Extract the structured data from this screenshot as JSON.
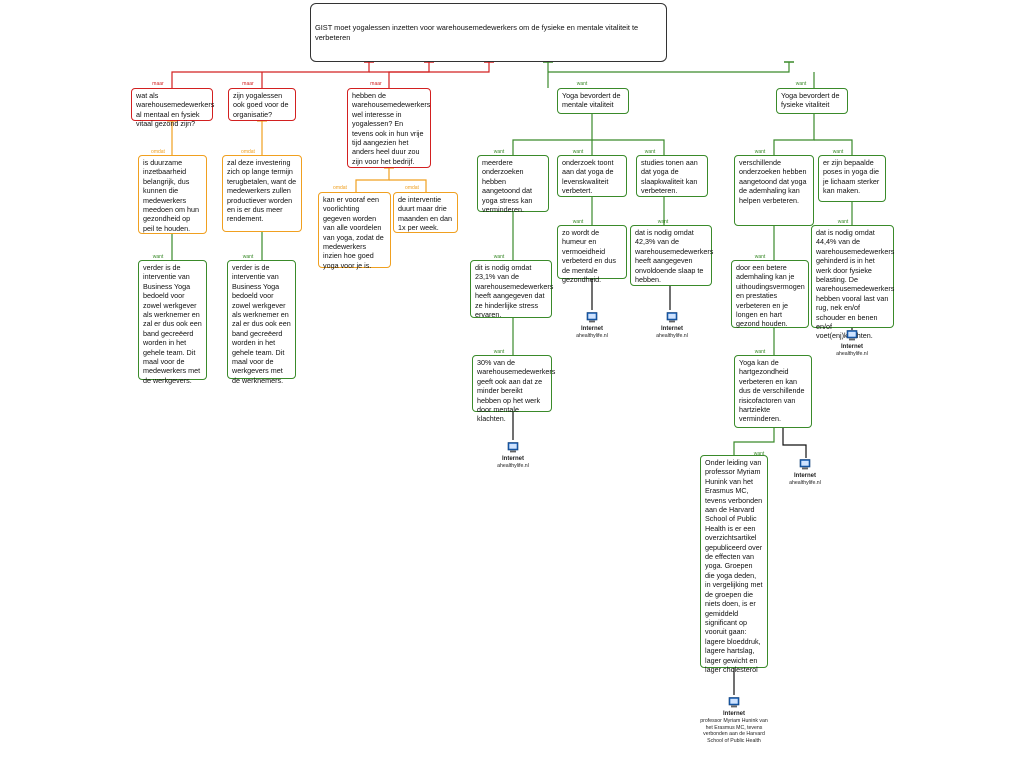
{
  "root": "GIST moet yogalessen inzetten voor warehousemedewerkers om de fysieke en mentale vitaliteit te verbeteren",
  "links": {
    "maar": "maar",
    "want": "want",
    "omdat": "omdat"
  },
  "nodes": {
    "q1": "wat als warehousemedewerkers al mentaal en fysiek vitaal gezond zijn?",
    "q2": "zijn yogalessen ook goed voor de organisatie?",
    "q3": "hebben de warehousemedewerkers wel interesse in yogalessen? En tevens ook in hun vrije tijd aangezien het anders heel duur zou zijn voor het bedrijf.",
    "c1": "is duurzame inzetbaarheid belangrijk, dus kunnen die medewerkers meedoen om hun gezondheid op peil te houden.",
    "c2": "zal deze investering zich op lange termijn terugbetalen, want de medewerkers zullen productiever worden en is er dus meer rendement.",
    "c3a": "kan er vooraf een voorlichting gegeven worden van alle voordelen van yoga, zodat de medewerkers inzien hoe goed yoga voor je is.",
    "c3b": "de interventie duurt maar drie maanden en dan 1x per week.",
    "d1": "verder is de interventie van Business Yoga bedoeld voor zowel werkgever als werknemer en zal er dus ook een band gecreëerd worden in het gehele team. Dit maal voor de medewerkers met de werkgevers.",
    "d2": "verder is de interventie van Business Yoga bedoeld voor zowel werkgever als werknemer en zal er dus ook een band gecreëerd worden in het gehele team. Dit maal voor de werkgevers met de werknemers.",
    "m": "Yoga bevordert de mentale vitaliteit",
    "f": "Yoga bevordert de fysieke vitaliteit",
    "m1": "meerdere onderzoeken hebben aangetoond dat yoga stress kan verminderen.",
    "m2": "onderzoek toont aan dat yoga de levenskwaliteit verbetert.",
    "m3": "studies tonen aan dat yoga de slaapkwaliteit kan verbeteren.",
    "m1a": "dit is nodig omdat 23,1% van de warehousemedewerkers heeft aangegeven dat ze hinderlijke stress ervaren.",
    "m1b": "30% van de warehousemedewerkers geeft ook aan dat ze minder bereikt hebben op het werk door mentale klachten.",
    "m2a": "zo wordt de humeur en vermoeidheid verbeterd en dus de mentale gezondheid.",
    "m3a": "dat is nodig omdat 42,3% van de warehousemedewerkers heeft aangegeven onvoldoende slaap te hebben.",
    "f1": "verschillende onderzoeken hebben aangetoond dat yoga de ademhaling kan helpen verbeteren.",
    "f2": "er zijn bepaalde poses in yoga die je lichaam sterker kan maken.",
    "f1a": "door een betere ademhaling kan je uithoudingsvermogen en prestaties verbeteren en je longen en hart gezond houden.",
    "f1b": "Yoga kan de hartgezondheid verbeteren en kan dus de verschillende risicofactoren van hartziekte verminderen.",
    "f1c": "Onder leiding van professor Myriam Hunink van het Erasmus MC, tevens verbonden aan de Harvard School of Public Health is er een overzichtsartikel gepubliceerd over de effecten van yoga. Groepen die yoga deden, in vergelijking met de groepen die niets doen, is er gemiddeld significant op vooruit gaan: lagere bloeddruk, lagere hartslag, lager gewicht en lager cholesterol",
    "f2a": "dat is nodig omdat 44,4% van de warehousemedewerkers gehinderd is in het werk door fysieke belasting. De warehousemedewerkers hebben vooral last van rug, nek en/of schouder en benen en/of voet(enj)klachten."
  },
  "sources": [
    {
      "name": "Internet",
      "site": "ahealthylife.nl"
    },
    {
      "name": "Internet",
      "site": "ahealthylife.nl"
    },
    {
      "name": "Internet",
      "site": "ahealthylife.nl"
    },
    {
      "name": "Internet",
      "site": "ahealthylife.nl"
    },
    {
      "name": "Internet",
      "site": "ahealthylife.nl"
    },
    {
      "name": "Internet",
      "site": "professor Myriam Hunink van het Erasmus MC, tevens verbonden aan de Harvard School of Public Health"
    }
  ],
  "colors": {
    "support": "#3a8a2a",
    "objection": "#d22020",
    "rebuttal": "#f0a020",
    "source_icon": "#1a5fb4"
  }
}
